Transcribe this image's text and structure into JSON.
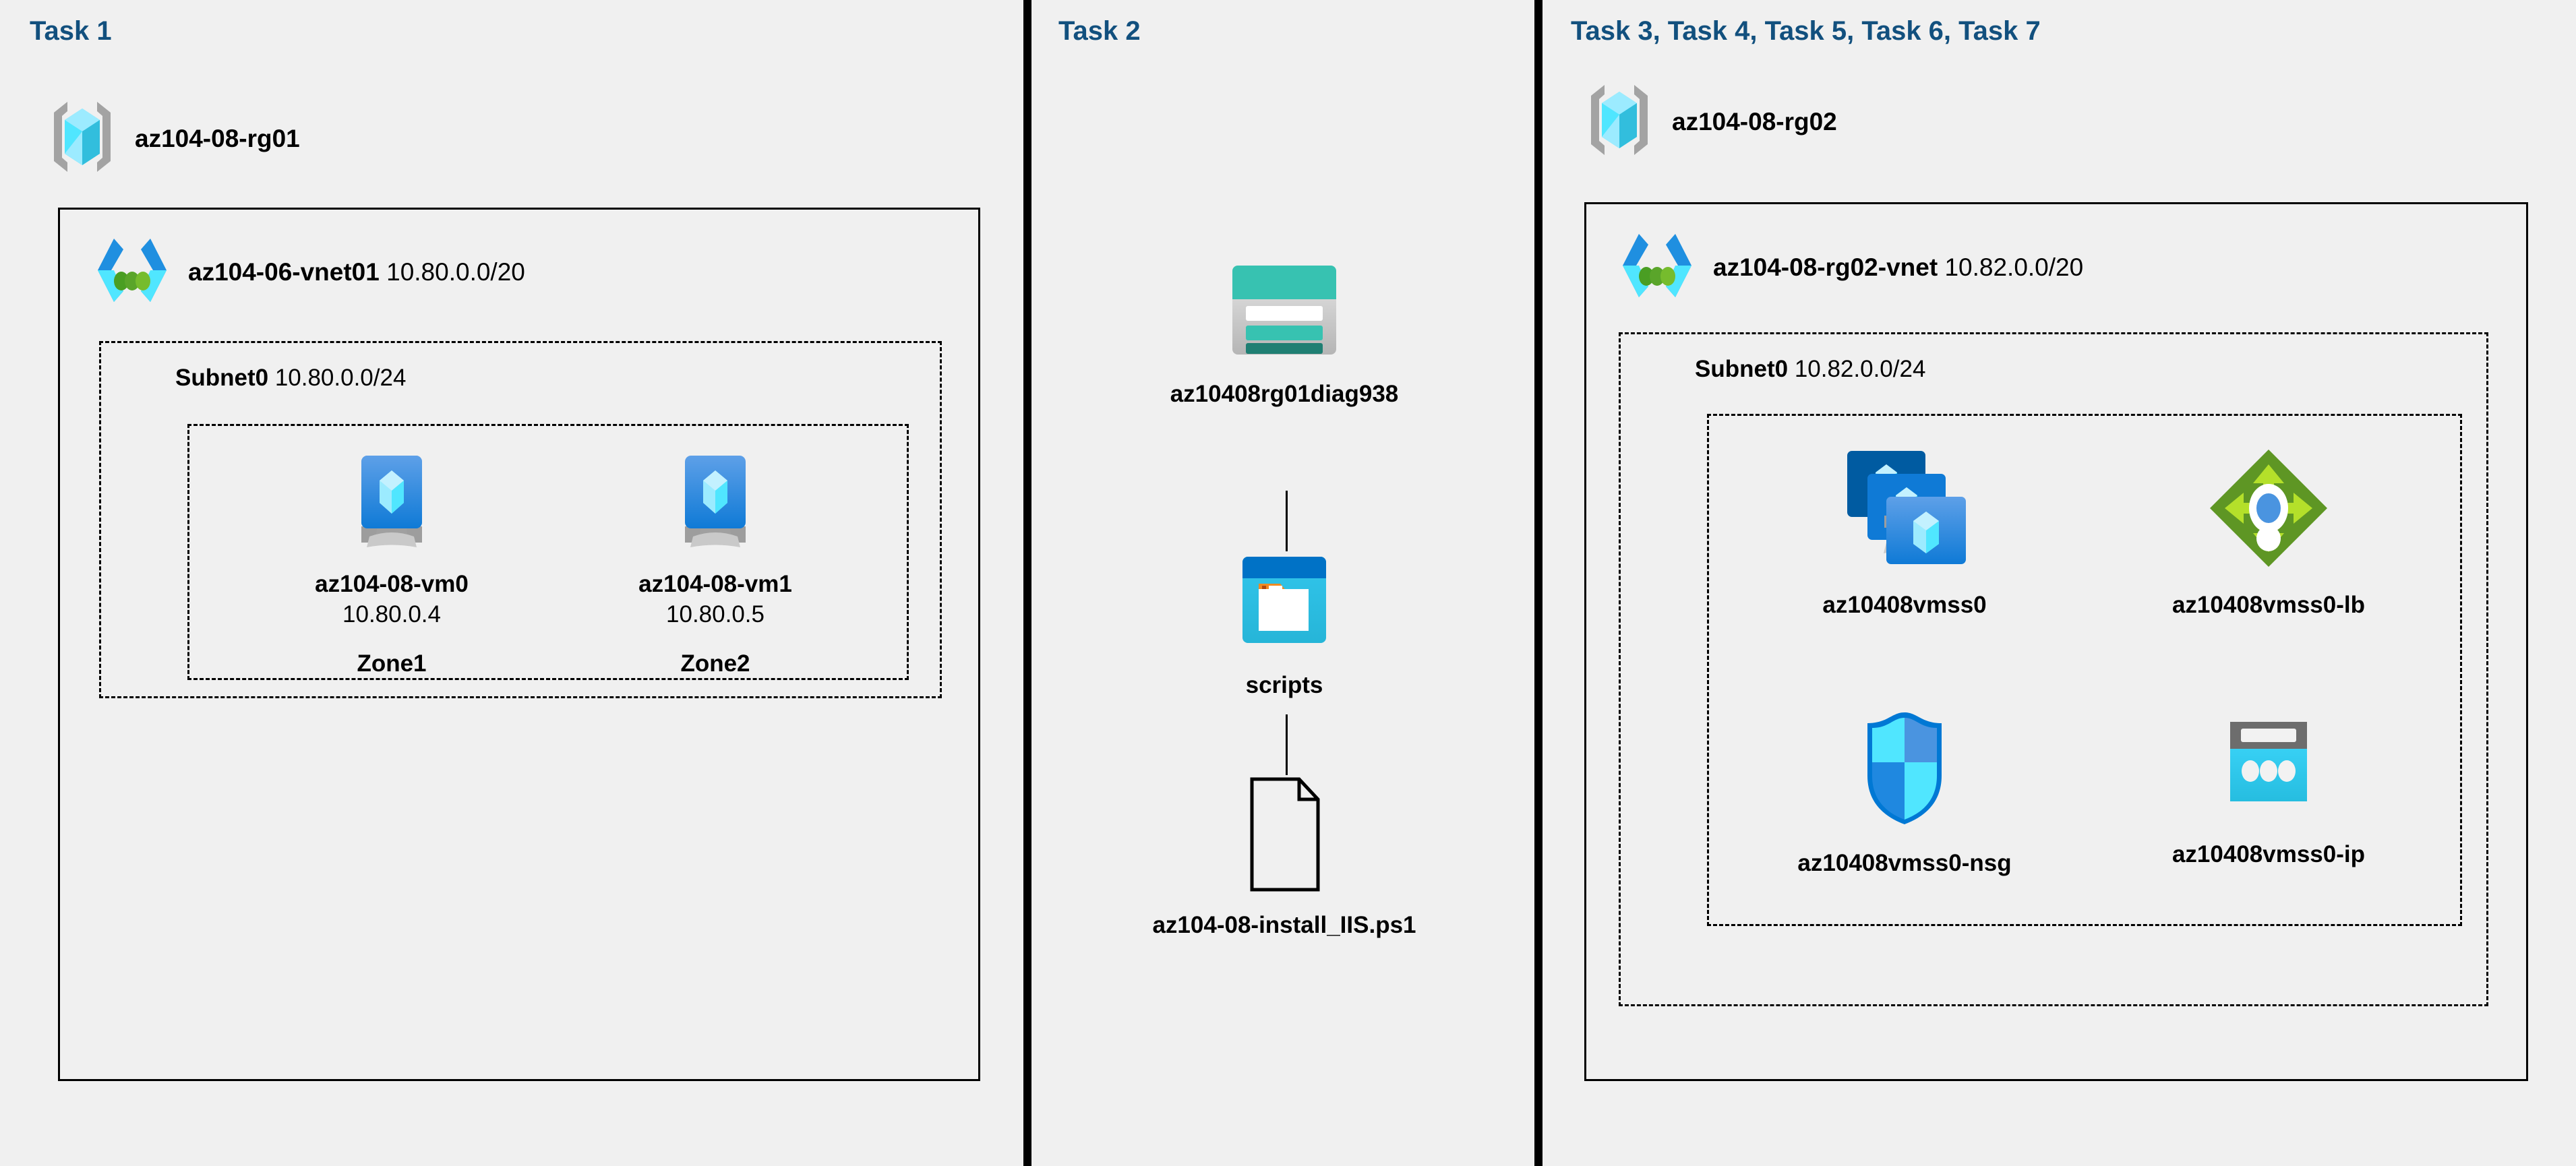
{
  "panels": [
    {
      "id": "task1",
      "title": "Task 1"
    },
    {
      "id": "task2",
      "title": "Task 2"
    },
    {
      "id": "task3",
      "title": "Task 3, Task 4, Task 5, Task 6, Task 7"
    }
  ],
  "colors": {
    "task_title": "#12507e",
    "panel_background": "#f0f0f0",
    "border": "#000000",
    "azure_blue": "#0078d4",
    "azure_cyan": "#50e6ff",
    "storage_teal": "#37c2b1",
    "lb_green": "#5e9624",
    "nsg_blue": "#0078d4"
  },
  "task1": {
    "resource_group": {
      "name": "az104-08-rg01",
      "icon": "resource-group-icon"
    },
    "vnet": {
      "name": "az104-06-vnet01",
      "cidr": "10.80.0.0/20",
      "icon": "virtual-network-icon"
    },
    "subnet": {
      "name": "Subnet0",
      "cidr": "10.80.0.0/24"
    },
    "vms": [
      {
        "name": "az104-08-vm0",
        "ip": "10.80.0.4",
        "zone": "Zone1",
        "icon": "virtual-machine-icon"
      },
      {
        "name": "az104-08-vm1",
        "ip": "10.80.0.5",
        "zone": "Zone2",
        "icon": "virtual-machine-icon"
      }
    ]
  },
  "task2": {
    "nodes": [
      {
        "name": "az10408rg01diag938",
        "icon": "storage-account-icon"
      },
      {
        "name": "scripts",
        "icon": "blob-container-icon"
      },
      {
        "name": "az104-08-install_IIS.ps1",
        "icon": "file-icon"
      }
    ]
  },
  "task3": {
    "resource_group": {
      "name": "az104-08-rg02",
      "icon": "resource-group-icon"
    },
    "vnet": {
      "name": "az104-08-rg02-vnet",
      "cidr": "10.82.0.0/20",
      "icon": "virtual-network-icon"
    },
    "subnet": {
      "name": "Subnet0",
      "cidr": "10.82.0.0/24"
    },
    "resources": [
      {
        "name": "az10408vmss0",
        "icon": "vm-scale-set-icon"
      },
      {
        "name": "az10408vmss0-lb",
        "icon": "load-balancer-icon"
      },
      {
        "name": "az10408vmss0-nsg",
        "icon": "network-security-group-icon"
      },
      {
        "name": "az10408vmss0-ip",
        "icon": "public-ip-address-icon"
      }
    ]
  }
}
